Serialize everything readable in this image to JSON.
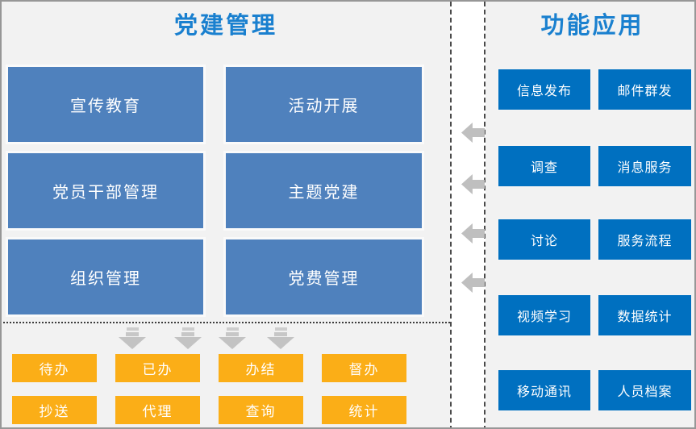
{
  "left_panel": {
    "title": "党建管理",
    "modules": [
      "宣传教育",
      "活动开展",
      "党员干部管理",
      "主题党建",
      "组织管理",
      "党费管理"
    ],
    "tasks": [
      "待办",
      "已办",
      "办结",
      "督办",
      "抄送",
      "代理",
      "查询",
      "统计"
    ]
  },
  "right_panel": {
    "title": "功能应用",
    "apps": [
      "信息发布",
      "邮件群发",
      "调查",
      "消息服务",
      "讨论",
      "服务流程",
      "视频学习",
      "数据统计",
      "移动通讯",
      "人员档案"
    ]
  },
  "icons": {
    "down_arrow": "striped-down-arrow-icon",
    "left_arrow": "left-block-arrow-icon"
  },
  "colors": {
    "canvas_bg": "#F2F2F2",
    "left_module_blue": "#4F81BD",
    "right_app_blue": "#0070C0",
    "task_orange": "#FBAE17",
    "title_blue": "#1A80CF",
    "arrow_gray": "#C3C3C3",
    "divider_gray": "#4A4A4A"
  }
}
